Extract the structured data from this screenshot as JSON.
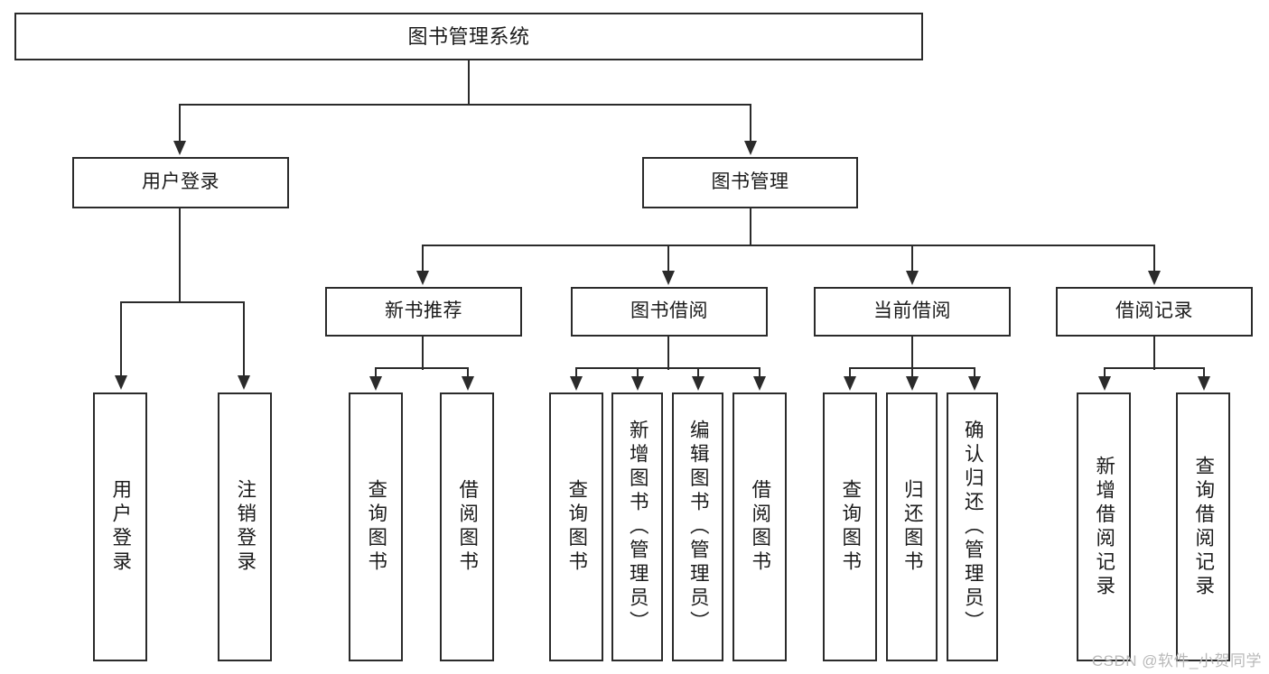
{
  "diagram": {
    "title": "图书管理系统",
    "type": "tree-hierarchy-chart",
    "root": {
      "id": "root",
      "label": "图书管理系统"
    },
    "level2": [
      {
        "id": "user-login",
        "label": "用户登录"
      },
      {
        "id": "book-management",
        "label": "图书管理"
      }
    ],
    "level3": [
      {
        "id": "new-book-recommend",
        "label": "新书推荐"
      },
      {
        "id": "book-borrow",
        "label": "图书借阅"
      },
      {
        "id": "current-borrow",
        "label": "当前借阅"
      },
      {
        "id": "borrow-record",
        "label": "借阅记录"
      }
    ],
    "leaves": {
      "user_login": [
        {
          "id": "leaf-user-login",
          "label": "用户登录"
        },
        {
          "id": "leaf-user-logout",
          "label": "注销登录"
        }
      ],
      "new_book_recommend": [
        {
          "id": "leaf-query-book-1",
          "label": "查询图书"
        },
        {
          "id": "leaf-borrow-book-1",
          "label": "借阅图书"
        }
      ],
      "book_borrow": [
        {
          "id": "leaf-query-book-2",
          "label": "查询图书"
        },
        {
          "id": "leaf-add-book",
          "label": "新增图书（管理员）"
        },
        {
          "id": "leaf-edit-book",
          "label": "编辑图书（管理员）"
        },
        {
          "id": "leaf-borrow-book-2",
          "label": "借阅图书"
        }
      ],
      "current_borrow": [
        {
          "id": "leaf-query-book-3",
          "label": "查询图书"
        },
        {
          "id": "leaf-return-book",
          "label": "归还图书"
        },
        {
          "id": "leaf-confirm-return",
          "label": "确认归还（管理员）"
        }
      ],
      "borrow_record": [
        {
          "id": "leaf-add-record",
          "label": "新增借阅记录"
        },
        {
          "id": "leaf-query-record",
          "label": "查询借阅记录"
        }
      ]
    }
  },
  "watermark": {
    "text": "CSDN @软件_小贺同学"
  },
  "colors": {
    "stroke": "#2b2b2b",
    "background": "#ffffff",
    "text": "#1b1b1b",
    "watermark": "#b9b9b9"
  }
}
